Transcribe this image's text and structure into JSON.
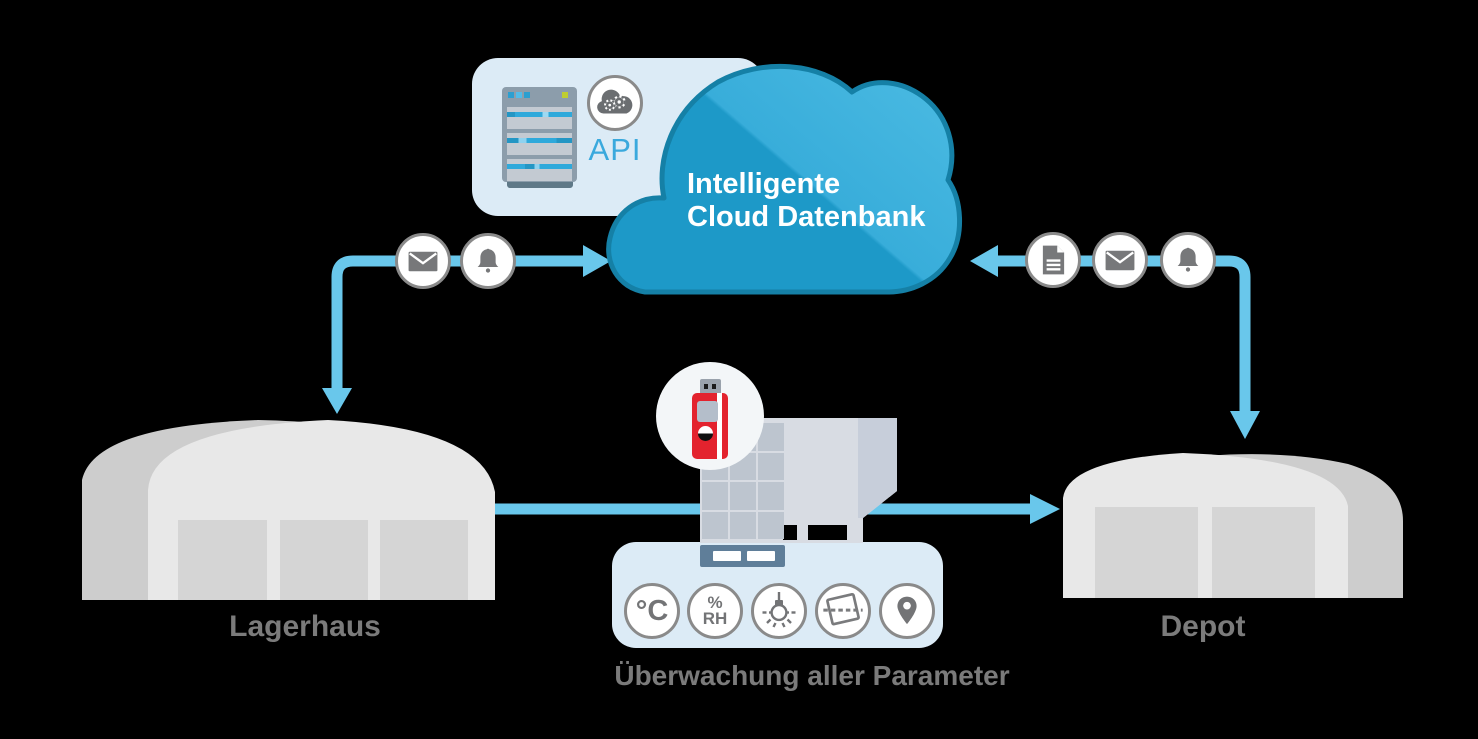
{
  "cloud": {
    "line1": "Intelligente",
    "line2": "Cloud Datenbank"
  },
  "api": {
    "label": "API"
  },
  "buildings": {
    "left": "Lagerhaus",
    "right": "Depot"
  },
  "monitoring": {
    "caption": "Überwachung aller Parameter",
    "temp_label": "°C",
    "humidity_top": "%",
    "humidity_bottom": "RH",
    "sensors": [
      "temperature",
      "humidity",
      "light",
      "tilt",
      "location"
    ]
  },
  "link_icons": {
    "left_to_cloud": [
      "mail",
      "bell"
    ],
    "cloud_to_depot": [
      "document",
      "mail",
      "bell"
    ]
  },
  "colors": {
    "arrow_blue": "#69C7EB",
    "cloud_fill_dark": "#1D99C8",
    "cloud_fill_light": "#44B6E0",
    "cloud_border": "#1580A6",
    "panel_blue": "#DCEBF6",
    "api_blue": "#3AA9DD",
    "label_gray": "#7B7B7B",
    "icon_gray": "#77787A",
    "logger_red": "#E3232E"
  }
}
